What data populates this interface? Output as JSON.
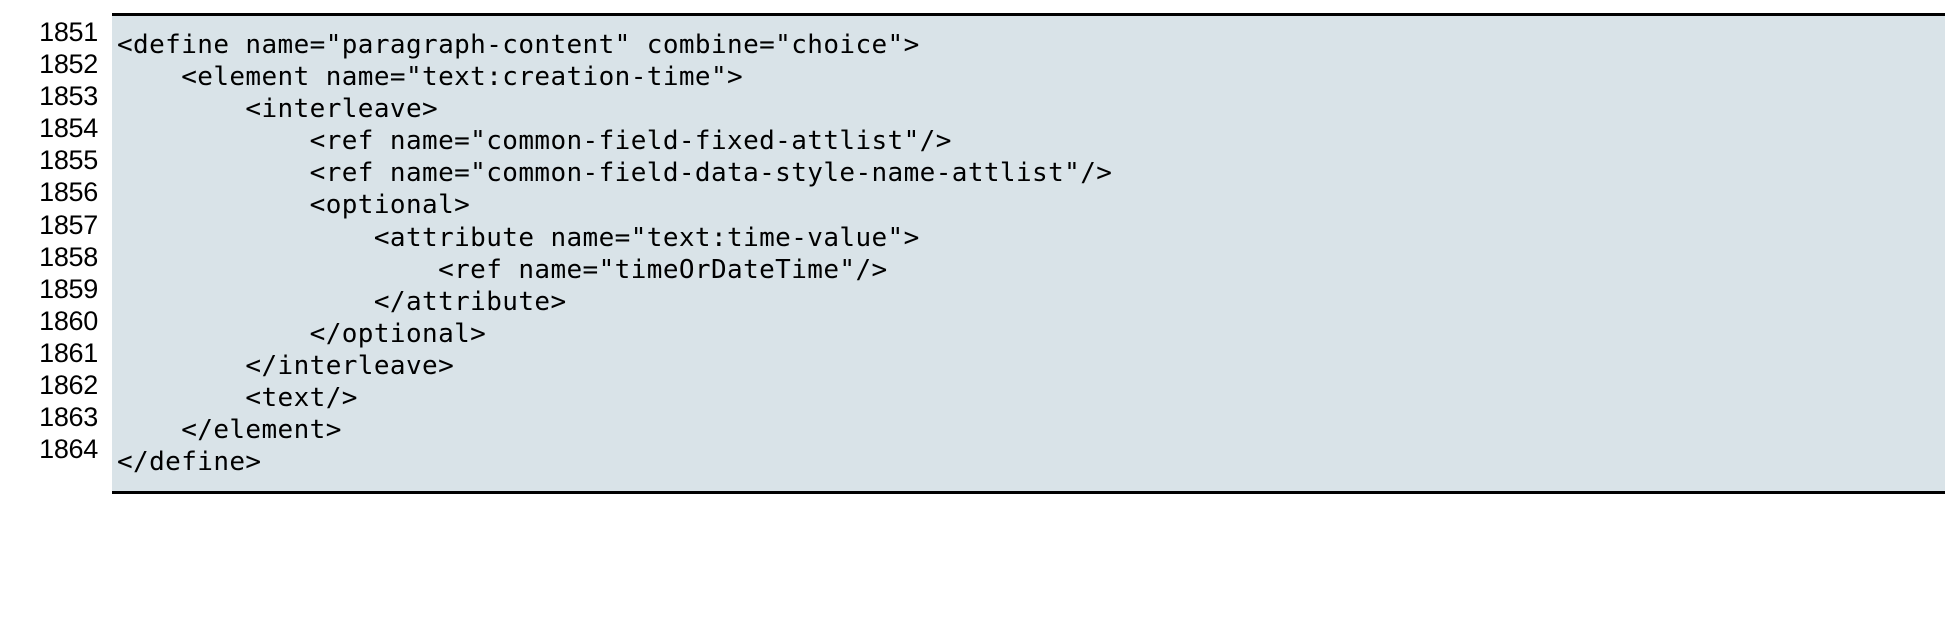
{
  "listing": {
    "language": "relaxng-xml",
    "background_color": "#d9e3e8",
    "text_color": "#000000",
    "border_color": "#000000",
    "first_line_number": 1851,
    "last_line_number": 1864,
    "line_numbers": [
      "1851",
      "1852",
      "1853",
      "1854",
      "1855",
      "1856",
      "1857",
      "1858",
      "1859",
      "1860",
      "1861",
      "1862",
      "1863",
      "1864"
    ],
    "lines": [
      "<define name=\"paragraph-content\" combine=\"choice\">",
      "    <element name=\"text:creation-time\">",
      "        <interleave>",
      "            <ref name=\"common-field-fixed-attlist\"/>",
      "            <ref name=\"common-field-data-style-name-attlist\"/>",
      "            <optional>",
      "                <attribute name=\"text:time-value\">",
      "                    <ref name=\"timeOrDateTime\"/>",
      "                </attribute>",
      "            </optional>",
      "        </interleave>",
      "        <text/>",
      "    </element>",
      "</define>"
    ]
  }
}
